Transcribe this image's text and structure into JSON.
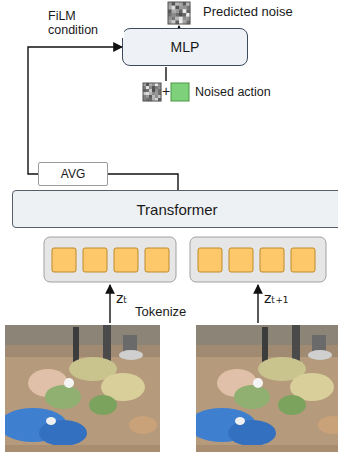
{
  "diagram": {
    "nodes": [
      {
        "text": [
          "MLP"
        ]
      },
      {
        "text": [
          "AVG"
        ]
      },
      {
        "text": [
          "Transformer"
        ]
      }
    ],
    "edges": [
      {
        "from": 2,
        "to": 1,
        "arrow": "none"
      },
      {
        "from": 1,
        "to": 0,
        "arrow": "to",
        "label": "FiLM condition"
      }
    ],
    "labels": [
      "Predicted noise",
      "+",
      "Noised action",
      "zₜ",
      "zₜ₊₁",
      "Tokenize"
    ]
  }
}
